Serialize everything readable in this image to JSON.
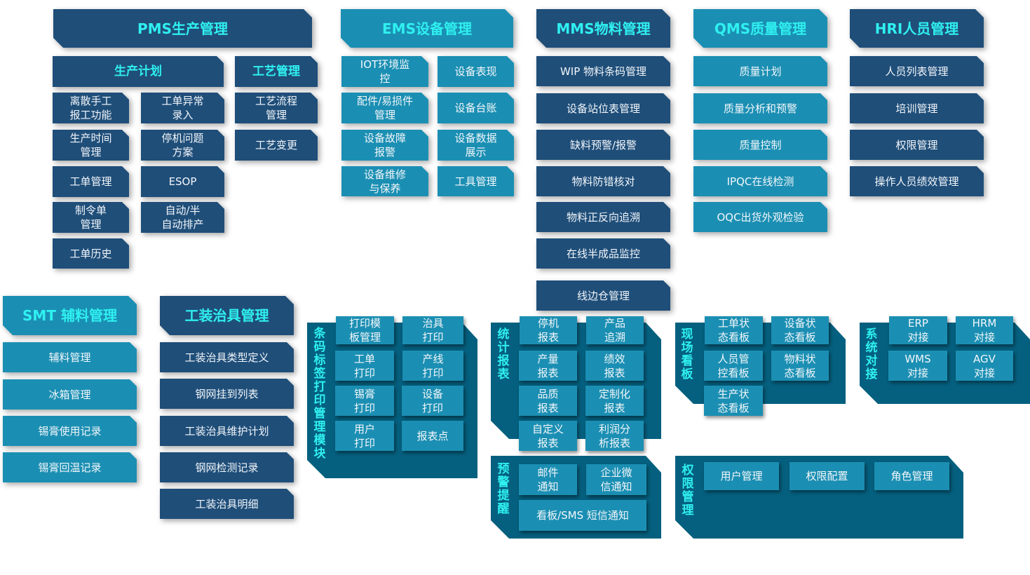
{
  "colors": {
    "dark": "#1f4e79",
    "light": "#1b8fb3",
    "panel": "#05607f",
    "header_text": "#2ff0f0",
    "item_text": "#f2f6fa"
  },
  "pms": {
    "title": "PMS生产管理",
    "plan": {
      "title": "生产计划",
      "items": [
        "离散手工\n报工功能",
        "工单异常\n录入",
        "生产时间\n管理",
        "停机问题\n方案",
        "工单管理",
        "ESOP",
        "制令单\n管理",
        "自动/半\n自动排产",
        "工单历史"
      ]
    },
    "process": {
      "title": "工艺管理",
      "items": [
        "工艺流程\n管理",
        "工艺变更"
      ]
    }
  },
  "ems": {
    "title": "EMS设备管理",
    "items": [
      "IOT环境监\n控",
      "设备表现",
      "配件/易损件\n管理",
      "设备台账",
      "设备故障\n报警",
      "设备数据\n展示",
      "设备维修\n与保养",
      "工具管理"
    ]
  },
  "mms": {
    "title": "MMS物料管理",
    "items": [
      "WIP 物料条码管理",
      "设备站位表管理",
      "缺料预警/报警",
      "物料防错核对",
      "物料正反向追溯",
      "在线半成品监控",
      "线边仓管理"
    ]
  },
  "qms": {
    "title": "QMS质量管理",
    "items": [
      "质量计划",
      "质量分析和预警",
      "质量控制",
      "IPQC在线检测",
      "OQC出货外观检验"
    ]
  },
  "hri": {
    "title": "HRI人员管理",
    "items": [
      "人员列表管理",
      "培训管理",
      "权限管理",
      "操作人员绩效管理"
    ]
  },
  "smt": {
    "title": "SMT 辅料管理",
    "items": [
      "辅料管理",
      "冰箱管理",
      "锡膏使用记录",
      "锡膏回温记录"
    ]
  },
  "tooling": {
    "title": "工装治具管理",
    "items": [
      "工装治具类型定义",
      "钢网挂到列表",
      "工装治具维护计划",
      "钢网检测记录",
      "工装治具明细"
    ]
  },
  "barcode": {
    "title": "条码标签打印管理模块",
    "items": [
      "打印模\n板管理",
      "治具\n打印",
      "工单\n打印",
      "产线\n打印",
      "锡膏\n打印",
      "设备\n打印",
      "用户\n打印",
      "报表点"
    ]
  },
  "reports": {
    "title": "统计报表",
    "items": [
      "停机\n报表",
      "产品\n追溯",
      "产量\n报表",
      "绩效\n报表",
      "品质\n报表",
      "定制化\n报表",
      "自定义\n报表",
      "利润分\n析报表"
    ]
  },
  "alerts": {
    "title": "预警提醒",
    "items": [
      "邮件\n通知",
      "企业微\n信通知",
      "看板/SMS 短信通知"
    ]
  },
  "boards": {
    "title": "现场看板",
    "items": [
      "工单状\n态看板",
      "设备状\n态看板",
      "人员管\n控看板",
      "物料状\n态看板",
      "生产状\n态看板"
    ]
  },
  "integration": {
    "title": "系统对接",
    "items": [
      "ERP\n对接",
      "HRM\n对接",
      "WMS\n对接",
      "AGV\n对接"
    ]
  },
  "permissions": {
    "title": "权限管理",
    "items": [
      "用户管理",
      "权限配置",
      "角色管理"
    ]
  }
}
